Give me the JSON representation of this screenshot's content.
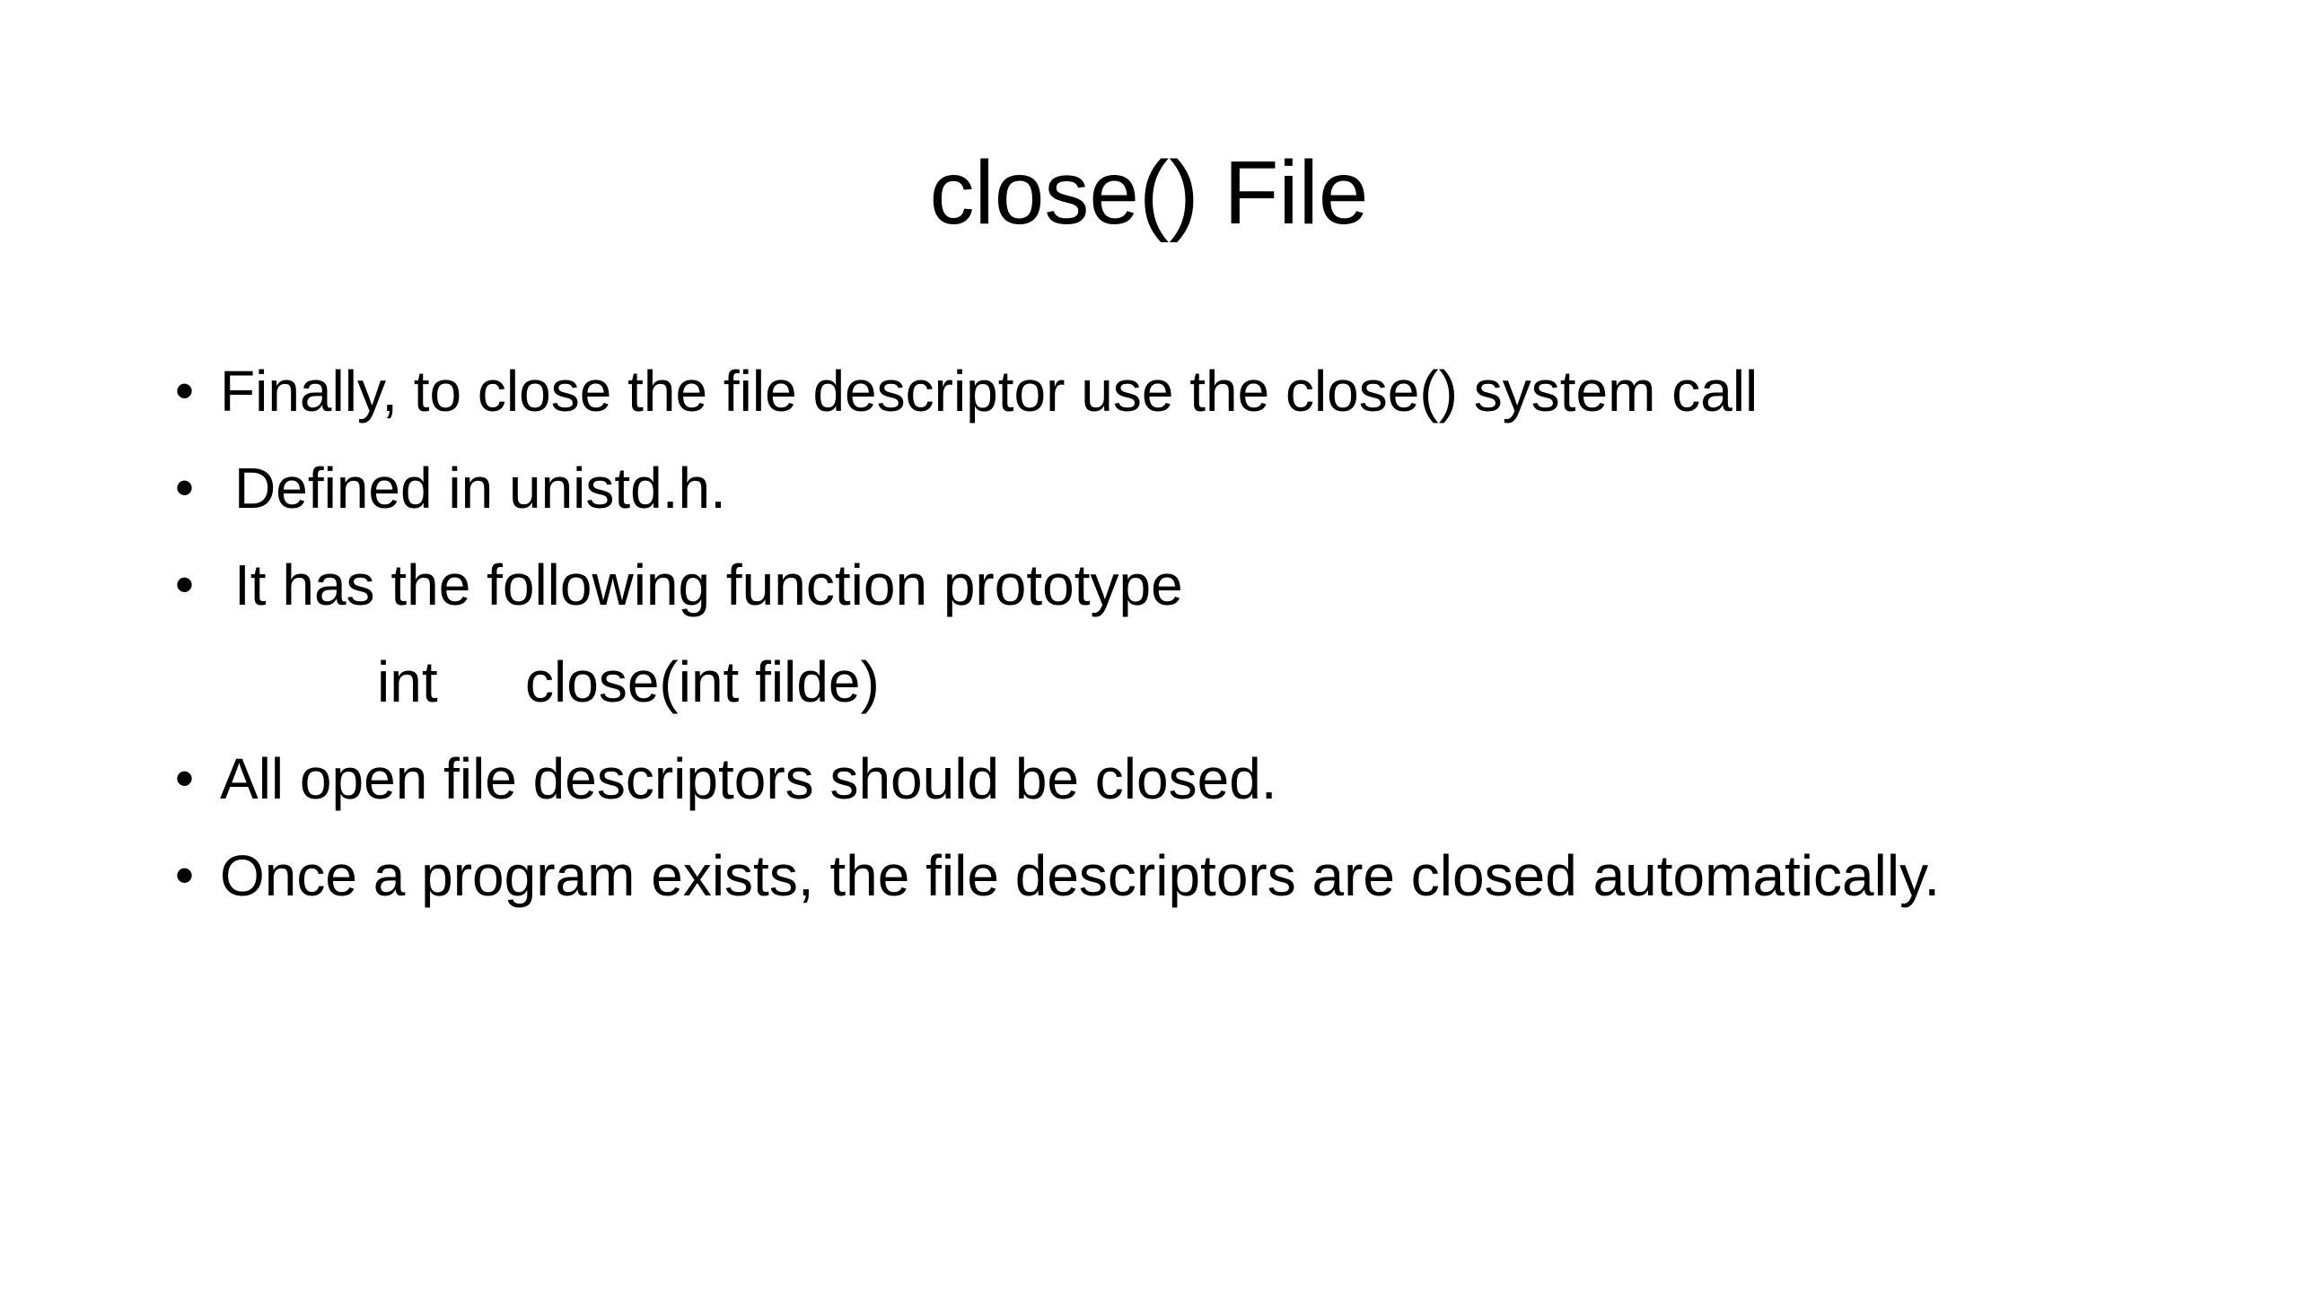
{
  "slide": {
    "title": "close() File",
    "bullets": [
      {
        "glyph": "•",
        "text": "Finally, to close the file descriptor use the close() system call"
      },
      {
        "glyph": "•",
        "text": "Defined in unistd.h."
      },
      {
        "glyph": "•",
        "text": "It has the following function prototype"
      },
      {
        "glyph": "•",
        "text": "All open file descriptors should be closed."
      },
      {
        "glyph": "•",
        "text": "Once a program exists, the file descriptors are closed automatically."
      }
    ],
    "prototype": {
      "return_type": "int",
      "signature": "close(int filde)"
    }
  }
}
